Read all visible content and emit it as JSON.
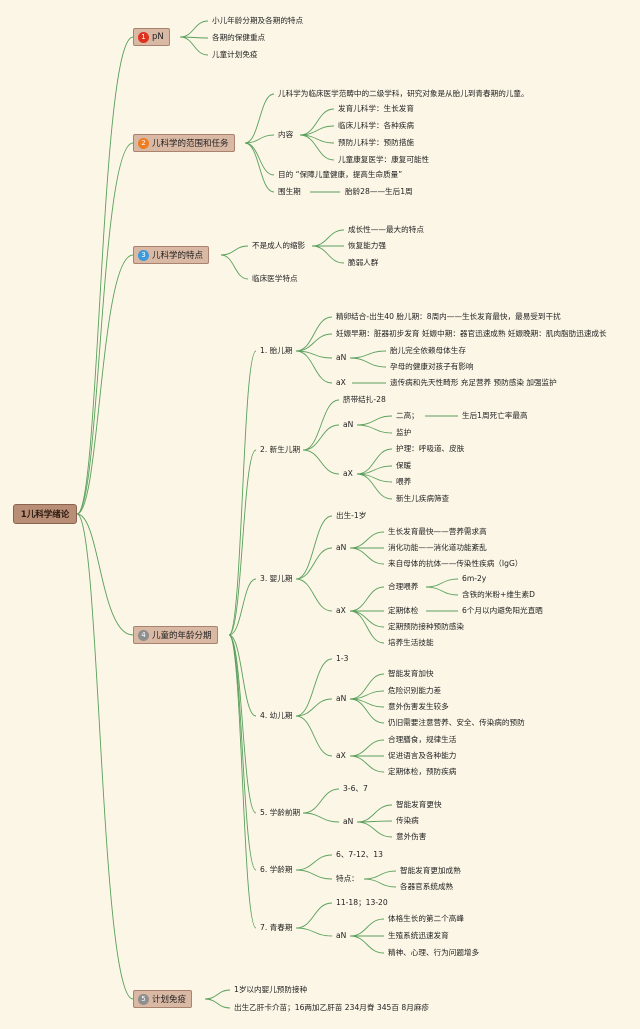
{
  "root": "1儿科学绪论",
  "badge_colors": {
    "b1": "#e0301e",
    "b2": "#ef7d22",
    "b3": "#3c9ad9",
    "b4": "#8e8e8e",
    "b5": "#8e8e8e"
  },
  "b1": {
    "num": "1",
    "title": "pN",
    "items": [
      "小儿年龄分期及各期的特点",
      "各期的保健重点",
      "儿童计划免疫"
    ]
  },
  "b2": {
    "num": "2",
    "title": "儿科学的范围和任务",
    "intro": "儿科学为临床医学范畴中的二级学科，研究对象是从胎儿到青春期的儿童。",
    "content_label": "内容",
    "content": [
      "发育儿科学：生长发育",
      "临床儿科学：各种疾病",
      "预防儿科学：预防措施",
      "儿童康复医学：康复可能性"
    ],
    "goal": "目的 “保障儿童健康，提高生命质量”",
    "perinatal_label": "围生期",
    "perinatal": "胎龄28——生后1周"
  },
  "b3": {
    "num": "3",
    "title": "儿科学的特点",
    "not_adult": "不是成人的缩影",
    "traits": [
      "成长性——最大的特点",
      "恢复能力强",
      "脆弱人群"
    ],
    "clinical": "临床医学特点"
  },
  "b4": {
    "num": "4",
    "title": "儿童的年龄分期",
    "p1": {
      "label": "1. 胎儿期",
      "a": "精卵结合-出生40 胎儿期：8周内——生长发育最快，最易受到干扰",
      "b": "妊娠早期：脏器初步发育 妊娠中期：器官迅速成熟 妊娠晚期：肌肉脂肪迅速成长",
      "aN": "aN",
      "aN_items": [
        "胎儿完全依赖母体生存",
        "孕母的健康对孩子有影响"
      ],
      "aX": "aX",
      "aX_text": "遗传病和先天性畸形 充足营养 预防感染 加强监护"
    },
    "p2": {
      "label": "2. 新生儿期",
      "range": "脐带结扎-28",
      "aN": "aN",
      "er_gao": "二高；",
      "er_gao_note": "生后1周死亡率最高",
      "jian_hu": "监护",
      "aX": "aX",
      "aX_items": [
        "护理：呼吸道、皮肤",
        "保暖",
        "喂养",
        "新生儿疾病筛查"
      ]
    },
    "p3": {
      "label": "3. 婴儿期",
      "range": "出生-1岁",
      "aN": "aN",
      "aN_items": [
        "生长发育最快——营养需求高",
        "消化功能——消化道功能紊乱",
        "来自母体的抗体——传染性疾病（IgG）"
      ],
      "aX": "aX",
      "feed": "合理喂养",
      "feed_items": [
        "6m-2y",
        "含铁的米粉+维生素D"
      ],
      "check": "定期体检",
      "check_note": "6个月以内避免阳光直晒",
      "others": [
        "定期预防接种预防感染",
        "培养生活技能"
      ]
    },
    "p4": {
      "label": "4. 幼儿期",
      "range": "1-3",
      "aN": "aN",
      "aN_items": [
        "智能发育加快",
        "危险识别能力差",
        "意外伤害发生较多",
        "仍旧需要注意营养、安全、传染病的预防"
      ],
      "aX": "aX",
      "aX_items": [
        "合理膳食，规律生活",
        "促进语言及各种能力",
        "定期体检，预防疾病"
      ]
    },
    "p5": {
      "label": "5. 学龄前期",
      "range": "3-6、7",
      "aN": "aN",
      "aN_items": [
        "智能发育更快",
        "传染病",
        "意外伤害"
      ]
    },
    "p6": {
      "label": "6. 学龄期",
      "range": "6、7-12、13",
      "feat": "特点：",
      "feat_items": [
        "智能发育更加成熟",
        "各器官系统成熟"
      ]
    },
    "p7": {
      "label": "7. 青春期",
      "range": "11-18；13-20",
      "aN": "aN",
      "aN_items": [
        "体格生长的第二个高峰",
        "生殖系统迅速发育",
        "精神、心理、行为问题增多"
      ]
    }
  },
  "b5": {
    "num": "5",
    "title": "计划免疫",
    "items": [
      "1岁以内婴儿预防接种",
      "出生乙肝卡介苗；16两加乙肝苗 234月脊 345百 8月麻疹"
    ]
  }
}
